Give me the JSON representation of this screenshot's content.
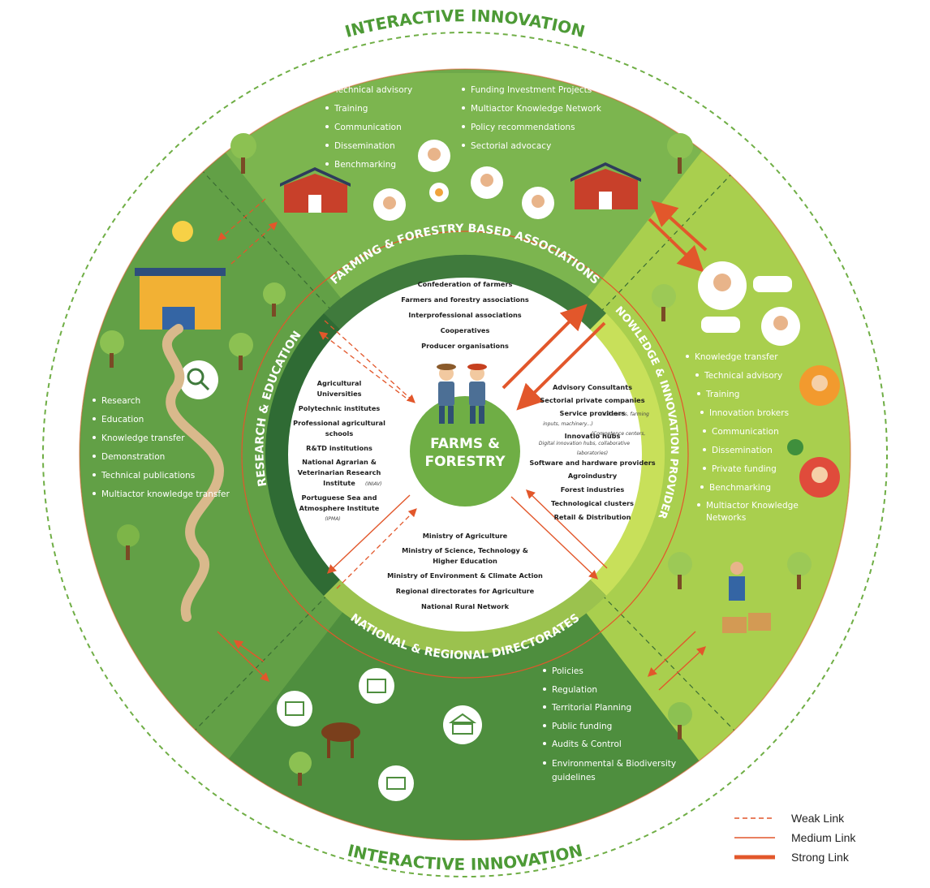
{
  "titles": {
    "top": "INTERACTIVE INNOVATION",
    "bottom": "INTERACTIVE INNOVATION",
    "center_line1": "FARMS &",
    "center_line2": "FORESTRY"
  },
  "ring_labels": {
    "top": "FARMING & FORESTRY BASED ASSOCIATIONS",
    "left": "RESEARCH & EDUCATION",
    "right": "KNOWLEDGE & INNOVATION PROVIDERS",
    "bottom": "NATIONAL & REGIONAL DIRECTORATES"
  },
  "outer_lists": {
    "top_left": [
      "Technical advisory",
      "Training",
      "Communication",
      "Dissemination",
      "Benchmarking"
    ],
    "top_right": [
      "Funding Investment Projects",
      "Multiactor Knowledge Network",
      "Policy recommendations",
      "Sectorial advocacy"
    ],
    "left": [
      "Research",
      "Education",
      "Knowledge transfer",
      "Demonstration",
      "Technical publications",
      "Multiactor knowledge transfer"
    ],
    "right": [
      "Knowledge transfer",
      "Technical advisory",
      "Training",
      "Innovation brokers",
      "Communication",
      "Dissemination",
      "Private funding",
      "Benchmarking",
      "Multiactor Knowledge",
      "Networks"
    ],
    "bottom": [
      "Policies",
      "Regulation",
      "Territorial Planning",
      "Public funding",
      "Audits & Control",
      "Environmental & Biodiversity",
      "guidelines"
    ]
  },
  "inner_lists": {
    "top": [
      "Confederation of farmers",
      "Farmers and forestry associations",
      "Interprofessional associations",
      "Cooperatives",
      "Producer organisations"
    ],
    "left": [
      "Agricultural",
      "Universities",
      "Polytechnic institutes",
      "Professional agricultural",
      "schools",
      "R&TD institutions",
      "National Agrarian &",
      "Veterinarian Research",
      "Institute",
      "Portuguese Sea and",
      "Atmosphere Institute"
    ],
    "left_notes": [
      "(INIAV)",
      "(IPMA)"
    ],
    "right": [
      "Advisory Consultants",
      "Sectorial private companies",
      "Service providers",
      "Innovatio hubs",
      "Software and hardware providers",
      "Agroindustry",
      "Forest industries",
      "Technological clusters",
      "Retail & Distribution"
    ],
    "right_notes": [
      "(ICT, seeds, farming",
      "inputs, machinery...)",
      "(Competence centers,",
      "Digital innovation hubs, collaborative",
      "laboratories)"
    ],
    "bottom": [
      "Ministry of Agriculture",
      "Ministry of Science, Technology &",
      "Higher Education",
      "Ministry of Environment & Climate Action",
      "Regional directorates for Agriculture",
      "National Rural Network"
    ]
  },
  "legend": [
    {
      "label": "Weak Link"
    },
    {
      "label": "Medium Link"
    },
    {
      "label": "Strong Link"
    }
  ],
  "colors": {
    "link": "#e2572b",
    "dark_green": "#3f7a3c",
    "mid_green": "#6ea94a",
    "light_green": "#8cc152",
    "lime": "#b5d44e",
    "ring_dark": "#2f6b34",
    "dashed_border": "#6fae45"
  }
}
